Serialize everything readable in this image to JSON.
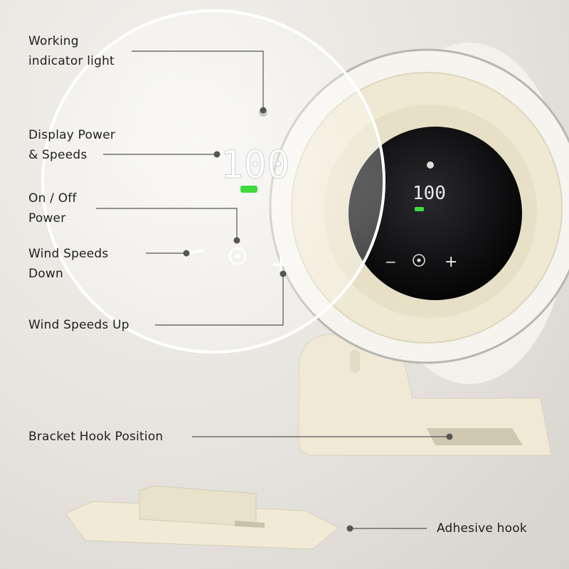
{
  "callouts": {
    "working_light": {
      "line1": "Working",
      "line2": "indicator light"
    },
    "display": {
      "line1": "Display Power",
      "line2": "& Speeds"
    },
    "on_off": {
      "line1": "On / Off",
      "line2": "Power"
    },
    "speed_down": {
      "line1": "Wind Speeds",
      "line2": "Down"
    },
    "speed_up": {
      "line1": "Wind Speeds Up"
    },
    "bracket": {
      "line1": "Bracket Hook Position"
    },
    "adhesive": {
      "line1": "Adhesive hook"
    }
  },
  "display": {
    "magnified_value": "100",
    "small_value": "100",
    "minus_symbol": "−",
    "plus_symbol": "+"
  },
  "colors": {
    "indicator_green": "#3ddc3a",
    "body": "#f1ecdc",
    "screen": "#0c0c0e"
  }
}
